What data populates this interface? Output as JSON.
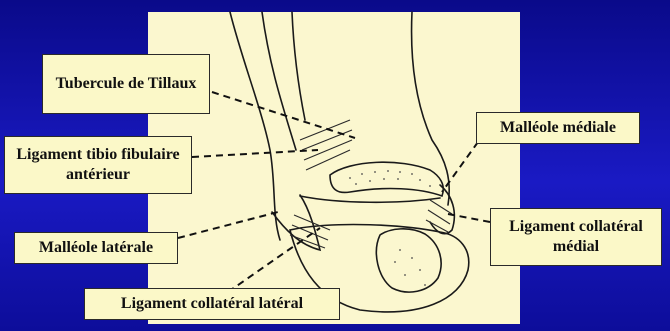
{
  "labels": {
    "tubercule": "Tubercule de Tillaux",
    "lig_tibio": "Ligament tibio fibulaire antérieur",
    "malleole_laterale": "Malléole latérale",
    "lig_collateral_lateral": "Ligament collatéral latéral",
    "malleole_mediale": "Malléole médiale",
    "lig_collateral_medial": "Ligament collatéral médial"
  },
  "colors": {
    "background": "#1414a8",
    "panel": "#fbf7cf",
    "label_box": "#fbf8c8",
    "ink": "#111111"
  }
}
